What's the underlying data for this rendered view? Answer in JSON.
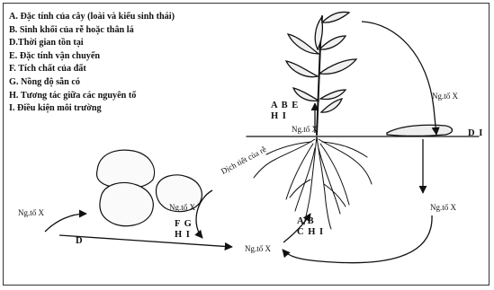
{
  "legend": [
    "A. Đặc tính của cây (loài và kiểu sinh thái)",
    "B. Sinh khối của rễ hoặc thân lá",
    "D.Thời gian tồn tại",
    "E. Đặc tính vận chuyển",
    "F. Tích chất của đất",
    "G. Nồng độ sẵn có",
    "H. Tương tác giữa các nguyên tố",
    "I. Điều kiện môi trường"
  ],
  "labels": {
    "nutrient_shoot": "Ng.tố X",
    "nutrient_right_top": "Ng.tố X",
    "nutrient_right_bottom": "Ng.tố X",
    "nutrient_rock": "Ng.tố X",
    "nutrient_left": "Ng.tố X",
    "nutrient_center": "Ng.tố X",
    "root_exudate": "Dịch tiết của rễ",
    "abe_line1": "A B E",
    "abe_line2": "H I",
    "di": "D I",
    "fg_line1": "F G",
    "fg_line2": "H I",
    "ab_line1": "A B",
    "ab_line2": "C H I",
    "d_label": "D"
  }
}
